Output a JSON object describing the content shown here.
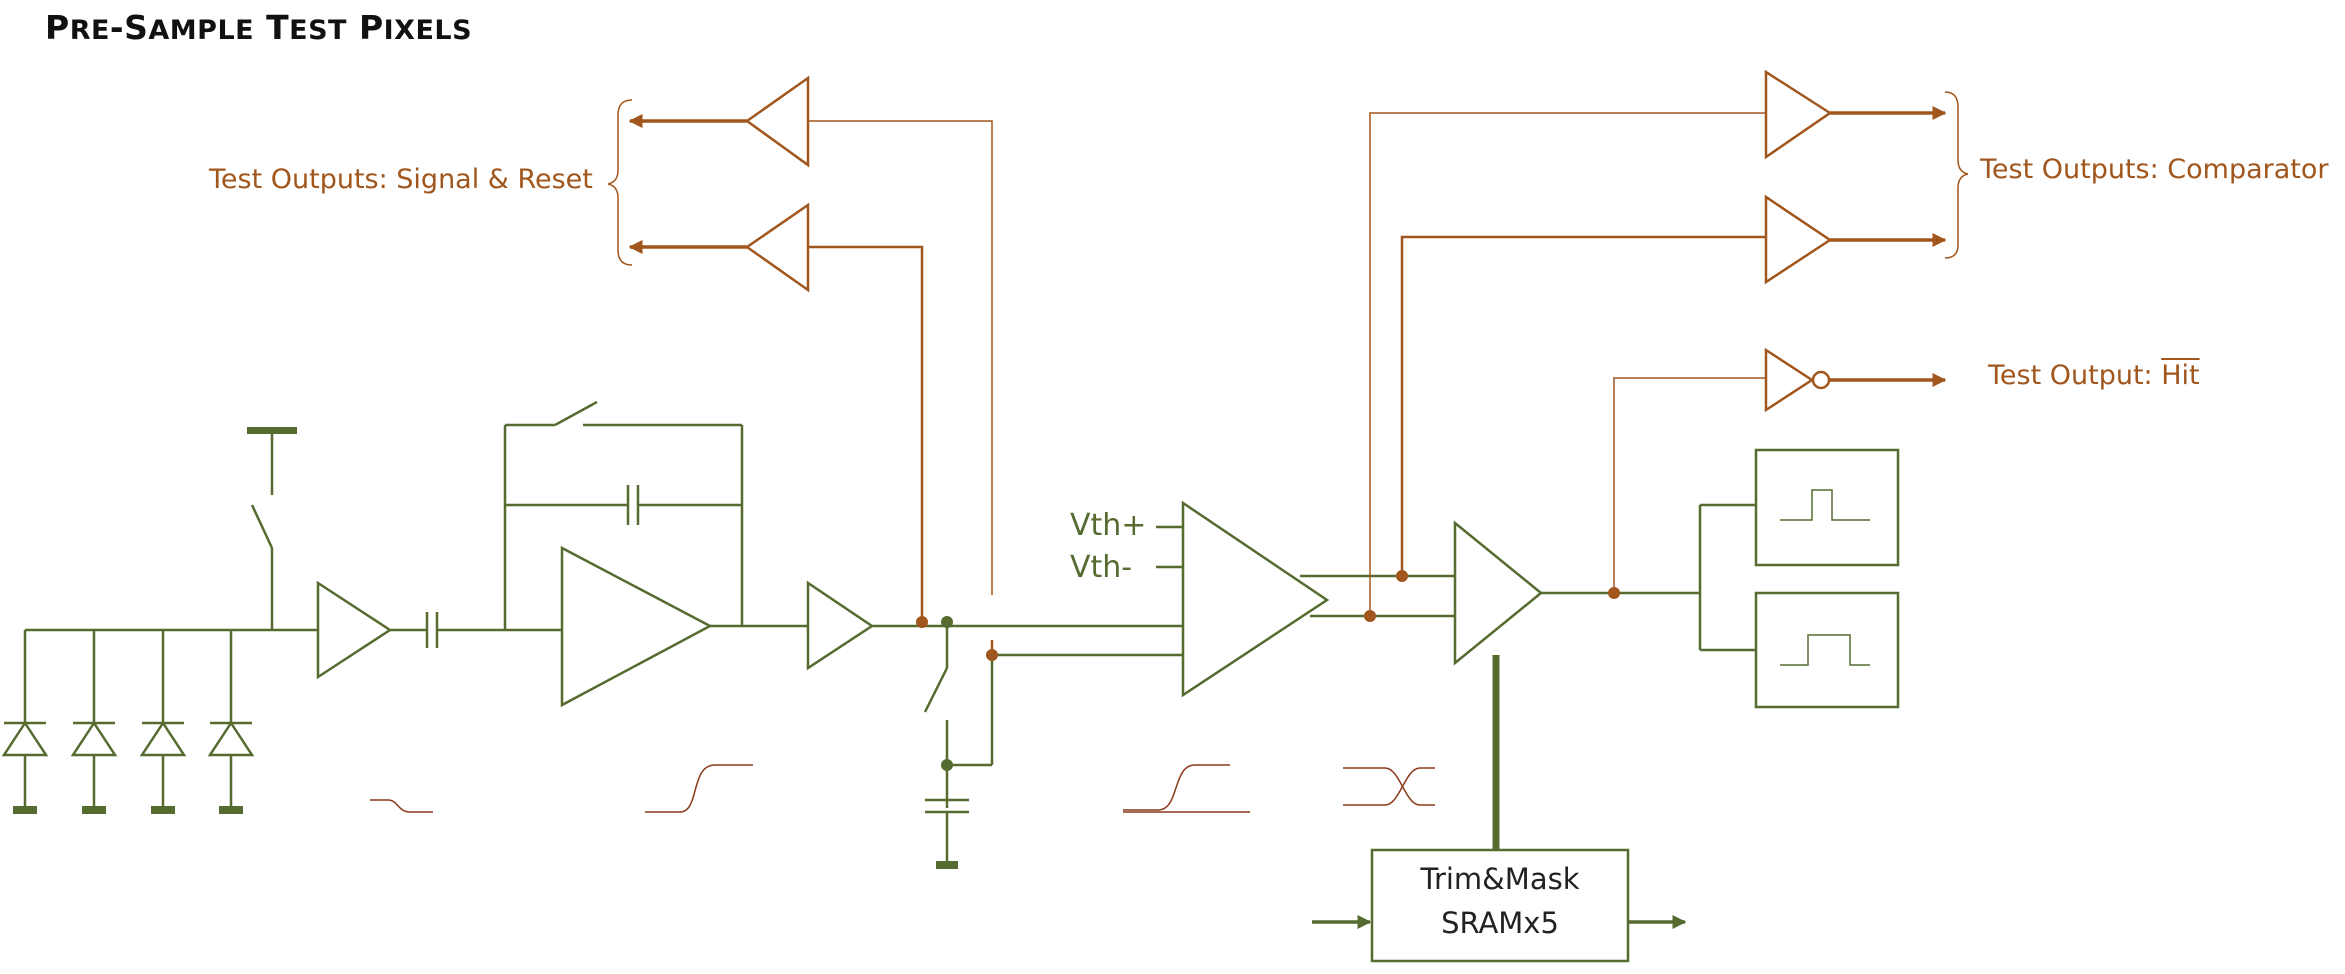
{
  "title": {
    "text": "Pre-Sample Test Pixels",
    "p1": "P",
    "s1": "RE",
    "d": "-",
    "p2": "S",
    "s2": "AMPLE",
    "p3": "T",
    "s3": "EST",
    "p4": "P",
    "s4": "IXELS"
  },
  "labels": {
    "signal_reset": "Test Outputs: Signal & Reset",
    "comparator": "Test Outputs: Comparator",
    "hit_prefix": "Test Output: ",
    "hit_bar": "Hit",
    "vth_plus": "Vth+",
    "vth_minus": "Vth-",
    "trim_line1": "Trim&Mask",
    "trim_line2": "SRAMx5"
  },
  "colors": {
    "signal_path": "#556b2f",
    "test_path": "#a0561c",
    "background": "#ffffff",
    "title": "#111111"
  }
}
